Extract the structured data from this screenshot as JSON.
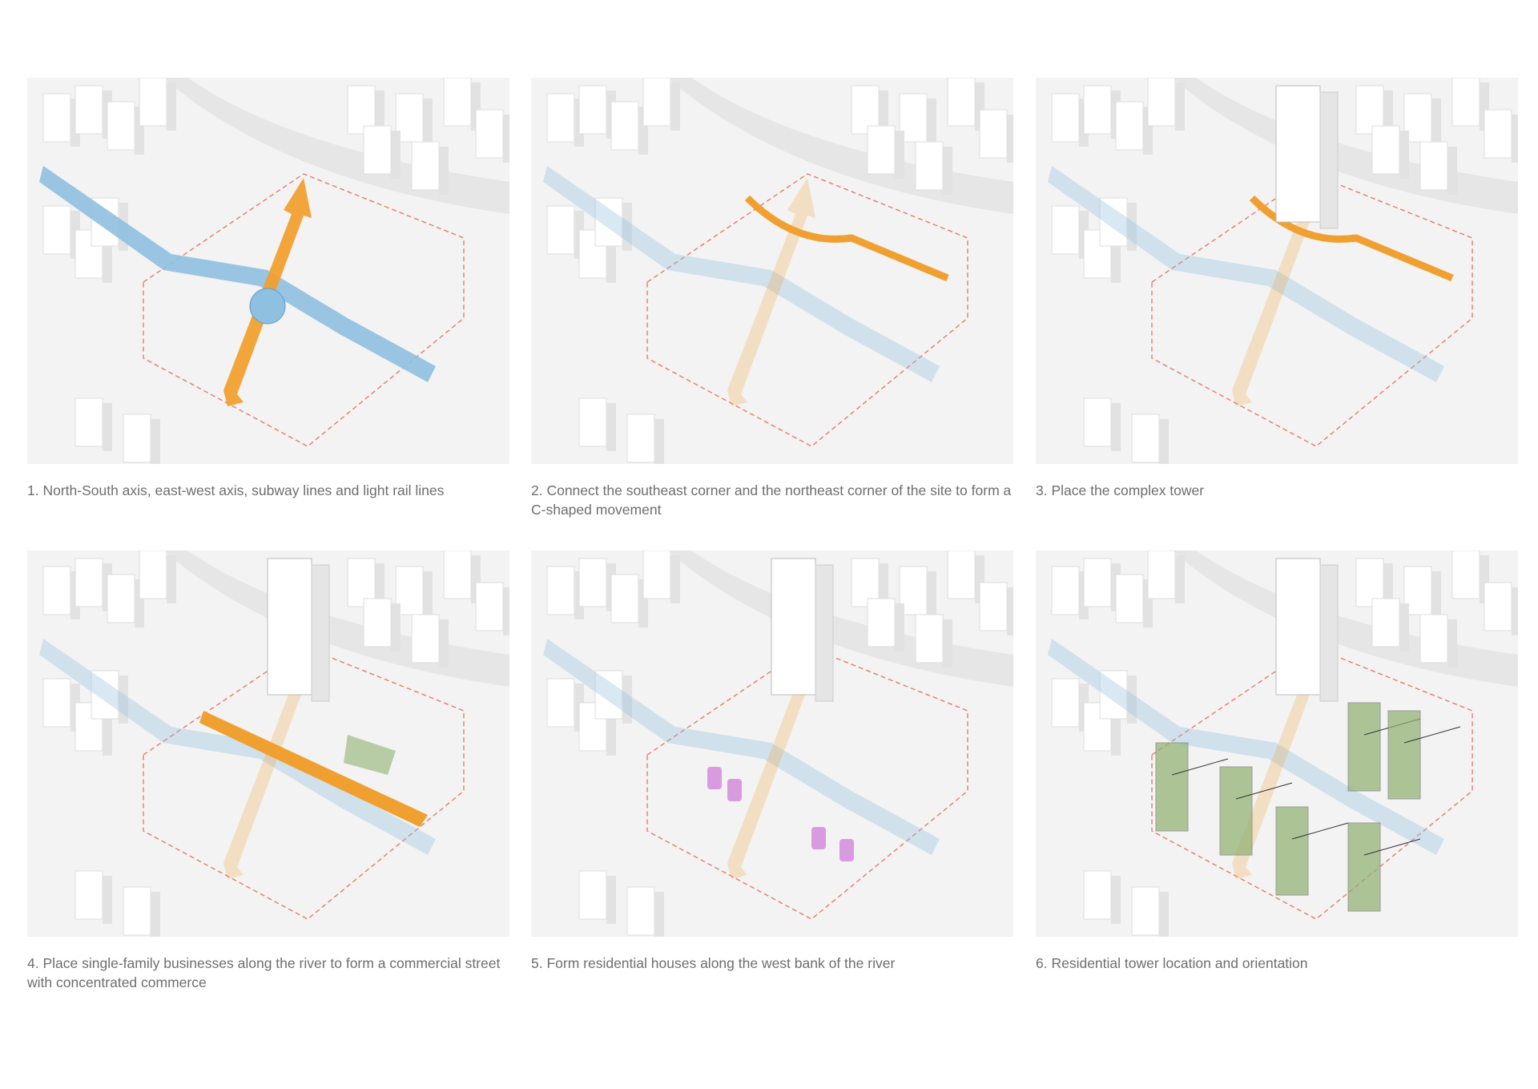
{
  "steps": [
    {
      "caption": "1. North-South axis, east-west axis, subway lines and light rail lines"
    },
    {
      "caption": "2. Connect the southeast corner and the northeast corner of the site to form a C-shaped movement"
    },
    {
      "caption": "3. Place the complex tower"
    },
    {
      "caption": "4. Place single-family businesses along the river to form a commercial street with concentrated commerce"
    },
    {
      "caption": "5. Form residential houses along the west bank of the river"
    },
    {
      "caption": "6. Residential tower location and orientation"
    }
  ],
  "colors": {
    "axis": "#f0a030",
    "river": "#8fc0e0",
    "boundary": "#e87a6a",
    "green": "#8fb070",
    "purple": "#d99be0"
  }
}
